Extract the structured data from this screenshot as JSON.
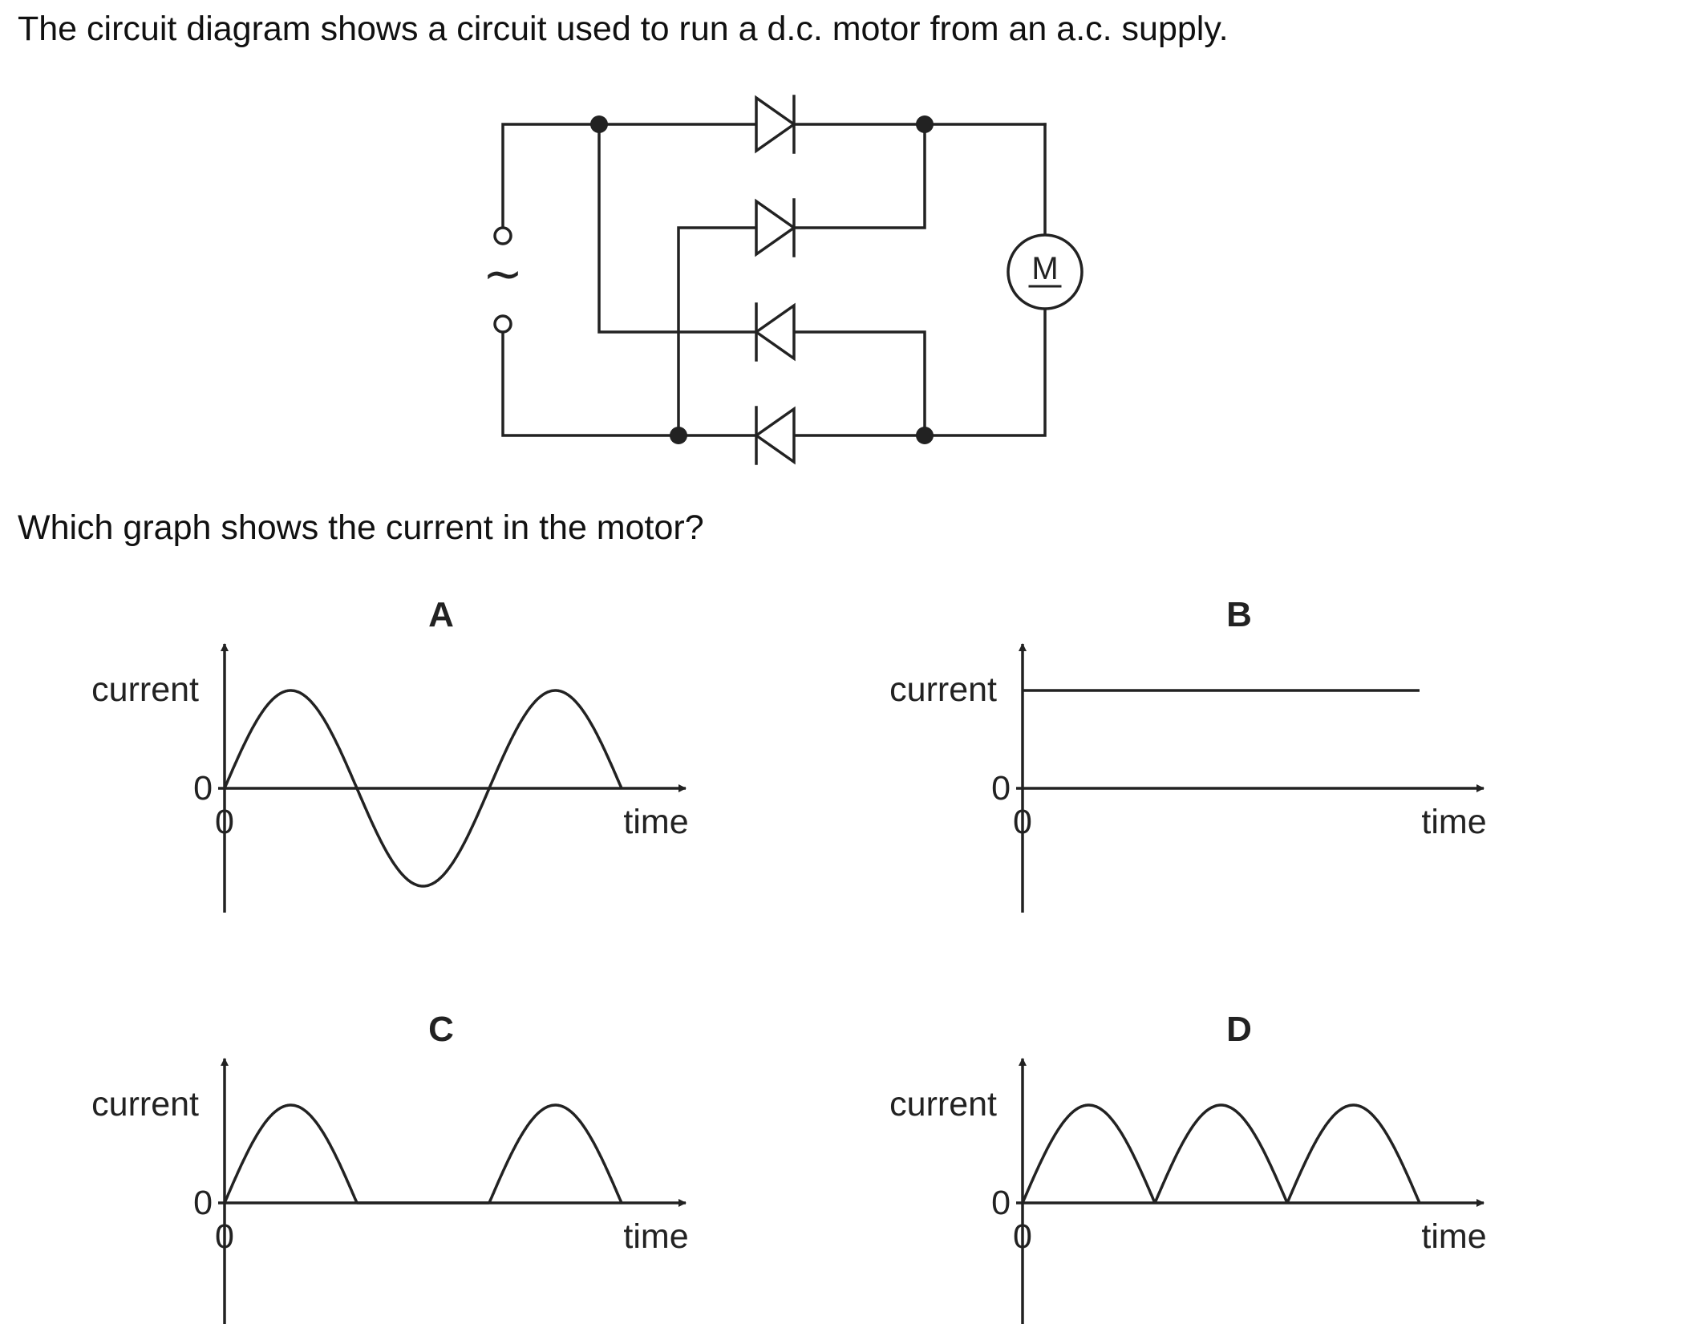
{
  "question": {
    "intro": "The circuit diagram shows a circuit used to run a d.c. motor from an a.c. supply.",
    "prompt": "Which graph shows the current in the motor?"
  },
  "circuit": {
    "supply_symbol": "~",
    "motor_label": "M",
    "diode_count": 4
  },
  "graphs": [
    {
      "option": "A",
      "y_label": "current",
      "x_label": "time",
      "origin_y": "0",
      "origin_x": "0",
      "waveform": "sine"
    },
    {
      "option": "B",
      "y_label": "current",
      "x_label": "time",
      "origin_y": "0",
      "origin_x": "0",
      "waveform": "constant"
    },
    {
      "option": "C",
      "y_label": "current",
      "x_label": "time",
      "origin_y": "0",
      "origin_x": "0",
      "waveform": "half-wave rectified"
    },
    {
      "option": "D",
      "y_label": "current",
      "x_label": "time",
      "origin_y": "0",
      "origin_x": "0",
      "waveform": "full-wave rectified"
    }
  ]
}
